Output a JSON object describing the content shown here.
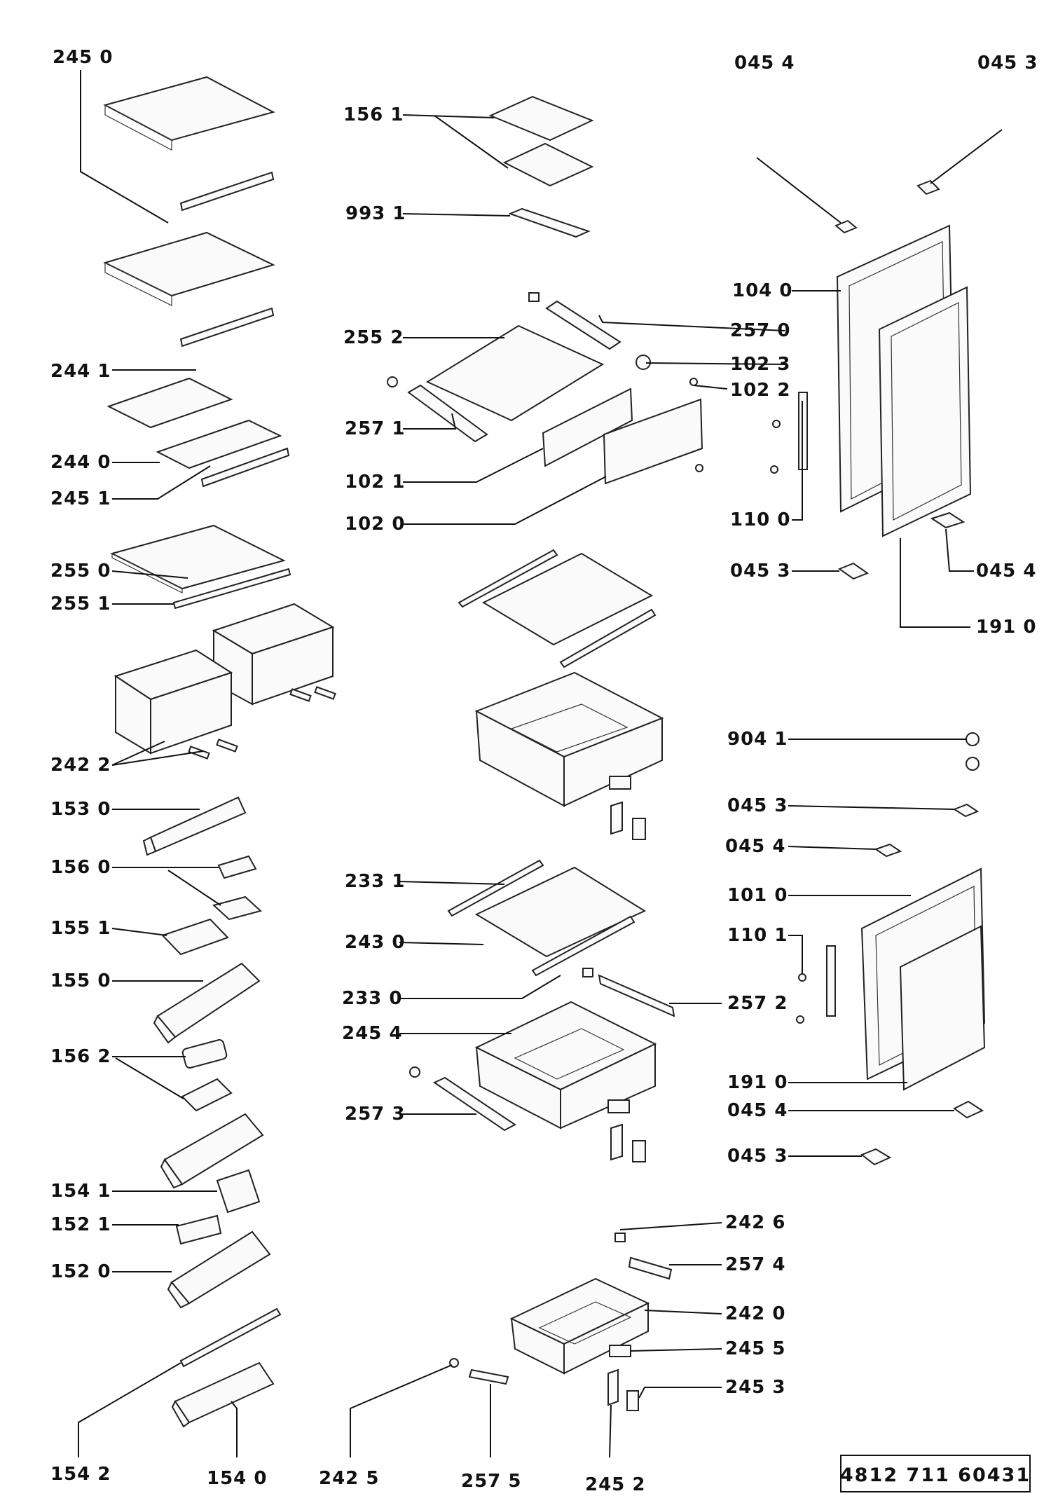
{
  "callouts": [
    {
      "id": "c-245-0-top",
      "label": "245 0"
    },
    {
      "id": "c-156-1",
      "label": "156 1"
    },
    {
      "id": "c-993-1",
      "label": "993 1"
    },
    {
      "id": "c-255-2",
      "label": "255 2"
    },
    {
      "id": "c-257-1",
      "label": "257 1"
    },
    {
      "id": "c-102-1",
      "label": "102 1"
    },
    {
      "id": "c-102-0",
      "label": "102 0"
    },
    {
      "id": "c-244-1",
      "label": "244 1"
    },
    {
      "id": "c-244-0",
      "label": "244 0"
    },
    {
      "id": "c-245-1",
      "label": "245 1"
    },
    {
      "id": "c-255-0",
      "label": "255 0"
    },
    {
      "id": "c-255-1",
      "label": "255 1"
    },
    {
      "id": "c-242-2",
      "label": "242 2"
    },
    {
      "id": "c-153-0",
      "label": "153 0"
    },
    {
      "id": "c-156-0",
      "label": "156 0"
    },
    {
      "id": "c-155-1",
      "label": "155 1"
    },
    {
      "id": "c-155-0",
      "label": "155 0"
    },
    {
      "id": "c-156-2",
      "label": "156 2"
    },
    {
      "id": "c-154-1",
      "label": "154 1"
    },
    {
      "id": "c-152-1",
      "label": "152 1"
    },
    {
      "id": "c-152-0",
      "label": "152 0"
    },
    {
      "id": "c-154-2",
      "label": "154 2"
    },
    {
      "id": "c-154-0",
      "label": "154 0"
    },
    {
      "id": "c-045-4-top",
      "label": "045 4"
    },
    {
      "id": "c-045-3-top",
      "label": "045 3"
    },
    {
      "id": "c-104-0",
      "label": "104 0"
    },
    {
      "id": "c-257-0",
      "label": "257 0"
    },
    {
      "id": "c-102-3",
      "label": "102 3"
    },
    {
      "id": "c-102-2",
      "label": "102 2"
    },
    {
      "id": "c-110-0",
      "label": "110 0"
    },
    {
      "id": "c-045-3-mid",
      "label": "045 3"
    },
    {
      "id": "c-045-4-mid",
      "label": "045 4"
    },
    {
      "id": "c-191-0-top",
      "label": "191 0"
    },
    {
      "id": "c-904-1",
      "label": "904 1"
    },
    {
      "id": "c-045-3-low",
      "label": "045 3"
    },
    {
      "id": "c-045-4-low",
      "label": "045 4"
    },
    {
      "id": "c-101-0",
      "label": "101 0"
    },
    {
      "id": "c-110-1",
      "label": "110 1"
    },
    {
      "id": "c-257-2",
      "label": "257 2"
    },
    {
      "id": "c-191-0-low",
      "label": "191 0"
    },
    {
      "id": "c-045-4-bottom",
      "label": "045 4"
    },
    {
      "id": "c-045-3-bottom",
      "label": "045 3"
    },
    {
      "id": "c-233-1",
      "label": "233 1"
    },
    {
      "id": "c-243-0",
      "label": "243 0"
    },
    {
      "id": "c-233-0",
      "label": "233 0"
    },
    {
      "id": "c-245-4",
      "label": "245 4"
    },
    {
      "id": "c-257-3",
      "label": "257 3"
    },
    {
      "id": "c-242-6",
      "label": "242 6"
    },
    {
      "id": "c-257-4",
      "label": "257 4"
    },
    {
      "id": "c-242-0",
      "label": "242 0"
    },
    {
      "id": "c-245-5",
      "label": "245 5"
    },
    {
      "id": "c-245-3",
      "label": "245 3"
    },
    {
      "id": "c-242-5",
      "label": "242 5"
    },
    {
      "id": "c-257-5",
      "label": "257 5"
    },
    {
      "id": "c-245-2",
      "label": "245 2"
    }
  ],
  "reference_number": "4812 711 60431"
}
